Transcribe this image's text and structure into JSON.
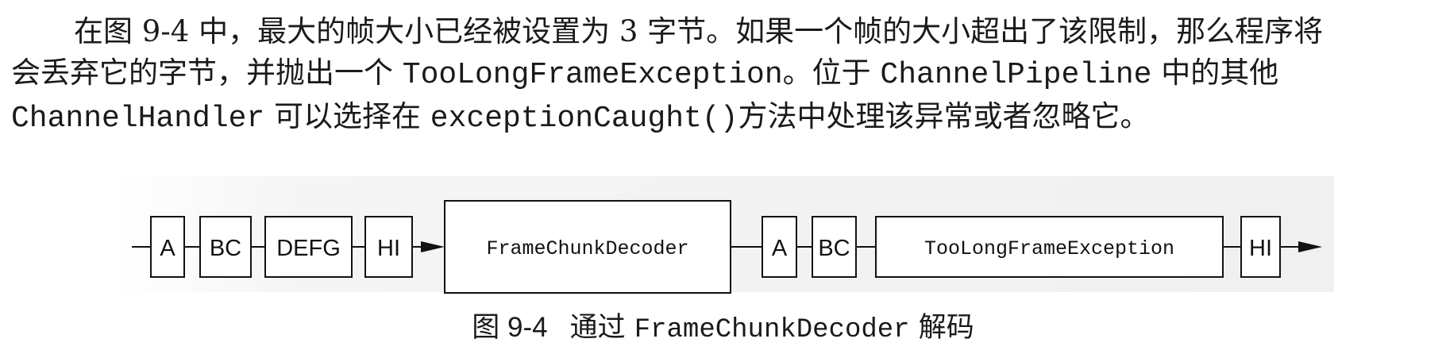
{
  "paragraph": {
    "line1": "在图 9-4 中，最大的帧大小已经被设置为 3 字节。如果一个帧的大小超出了该限制，那么程序将",
    "line2_a": "会丢弃它的字节，并抛出一个 ",
    "line2_code1": "TooLongFrameException",
    "line2_b": "。位于 ",
    "line2_code2": "ChannelPipeline",
    "line2_c": " 中的其他",
    "line3_code1": "ChannelHandler",
    "line3_a": " 可以选择在 ",
    "line3_code2": "exceptionCaught()",
    "line3_b": "方法中处理该异常或者忽略它。"
  },
  "figure": {
    "input_frames": [
      "A",
      "BC",
      "DEFG",
      "HI"
    ],
    "decoder": "FrameChunkDecoder",
    "output_frames": [
      "A",
      "BC"
    ],
    "exception": "TooLongFrameException",
    "output_tail": "HI",
    "caption_number": "图 9-4",
    "caption_text": "通过 ",
    "caption_code": "FrameChunkDecoder",
    "caption_suffix": " 解码"
  }
}
